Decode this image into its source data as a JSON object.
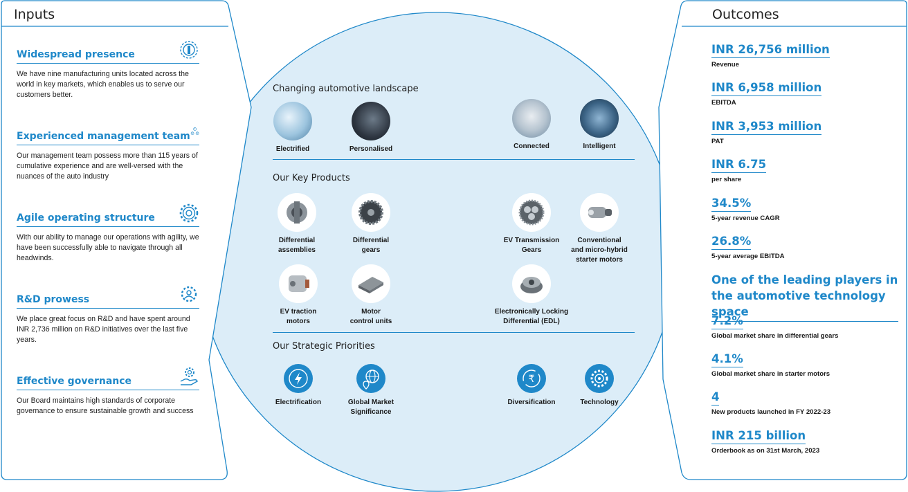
{
  "inputs": {
    "title": "Inputs",
    "items": [
      {
        "title": "Widespread presence",
        "icon": "wrench-gear-icon",
        "desc": "We have nine manufacturing units located across the world in key markets, which enables us to serve our customers better."
      },
      {
        "title": "Experienced management team",
        "icon": "people-group-icon",
        "desc": "Our management team possess more than 115 years of cumulative experience and are well-versed with the nuances of the auto industry"
      },
      {
        "title": "Agile operating structure",
        "icon": "gear-cog-icon",
        "desc": "With our ability to manage our operations with agility, we have been successfully able to navigate through all headwinds."
      },
      {
        "title": "R&D prowess",
        "icon": "research-gear-icon",
        "desc": "We place great focus on R&D and have spent around INR 2,736 million on R&D initiatives over the last five years."
      },
      {
        "title": "Effective governance",
        "icon": "hand-gear-icon",
        "desc": "Our Board maintains high standards of corporate governance to ensure sustainable growth and success"
      }
    ]
  },
  "landscape": {
    "title": "Changing automotive landscape",
    "items": [
      "Electrified",
      "Personalised",
      "Connected",
      "Intelligent"
    ]
  },
  "products": {
    "title": "Our Key Products",
    "items": [
      {
        "l1": "Differential",
        "l2": "assemblies",
        "l3": ""
      },
      {
        "l1": "Differential",
        "l2": "gears",
        "l3": ""
      },
      {
        "l1": "EV Transmission",
        "l2": "Gears",
        "l3": ""
      },
      {
        "l1": "Conventional",
        "l2": "and micro-hybrid",
        "l3": "starter motors"
      },
      {
        "l1": "EV traction",
        "l2": "motors",
        "l3": ""
      },
      {
        "l1": "Motor",
        "l2": "control units",
        "l3": ""
      },
      {
        "l1": "Electronically Locking",
        "l2": "Differential (EDL)",
        "l3": ""
      }
    ]
  },
  "priorities": {
    "title": "Our Strategic Priorities",
    "items": [
      {
        "l1": "Electrification",
        "l2": "",
        "icon": "lightning-icon"
      },
      {
        "l1": "Global Market",
        "l2": "Significance",
        "icon": "globe-pin-icon"
      },
      {
        "l1": "Diversification",
        "l2": "",
        "icon": "rupee-cycle-icon"
      },
      {
        "l1": "Technology",
        "l2": "",
        "icon": "tech-gear-icon"
      }
    ]
  },
  "outcomes": {
    "title": "Outcomes",
    "items": [
      {
        "value": "INR 26,756 million",
        "label": "Revenue"
      },
      {
        "value": "INR 6,958 million",
        "label": "EBITDA"
      },
      {
        "value": "INR 3,953 million",
        "label": "PAT"
      },
      {
        "value": "INR 6.75",
        "label": "per share"
      },
      {
        "value": "34.5%",
        "label": "5-year revenue CAGR"
      },
      {
        "value": "26.8%",
        "label": "5-year average EBITDA"
      },
      {
        "value": "One of the leading players in the automotive technology space",
        "label": ""
      },
      {
        "value": "7.2%",
        "label": "Global market share in differential gears"
      },
      {
        "value": "4.1%",
        "label": "Global market share in starter motors"
      },
      {
        "value": "4",
        "label": "New products launched in FY 2022-23"
      },
      {
        "value": "INR 215 billion",
        "label": "Orderbook as on 31st March, 2023"
      }
    ]
  },
  "colors": {
    "accent": "#1f88c9",
    "circle_fill": "#dcedf8",
    "icon_fill": "#1f88c9"
  }
}
